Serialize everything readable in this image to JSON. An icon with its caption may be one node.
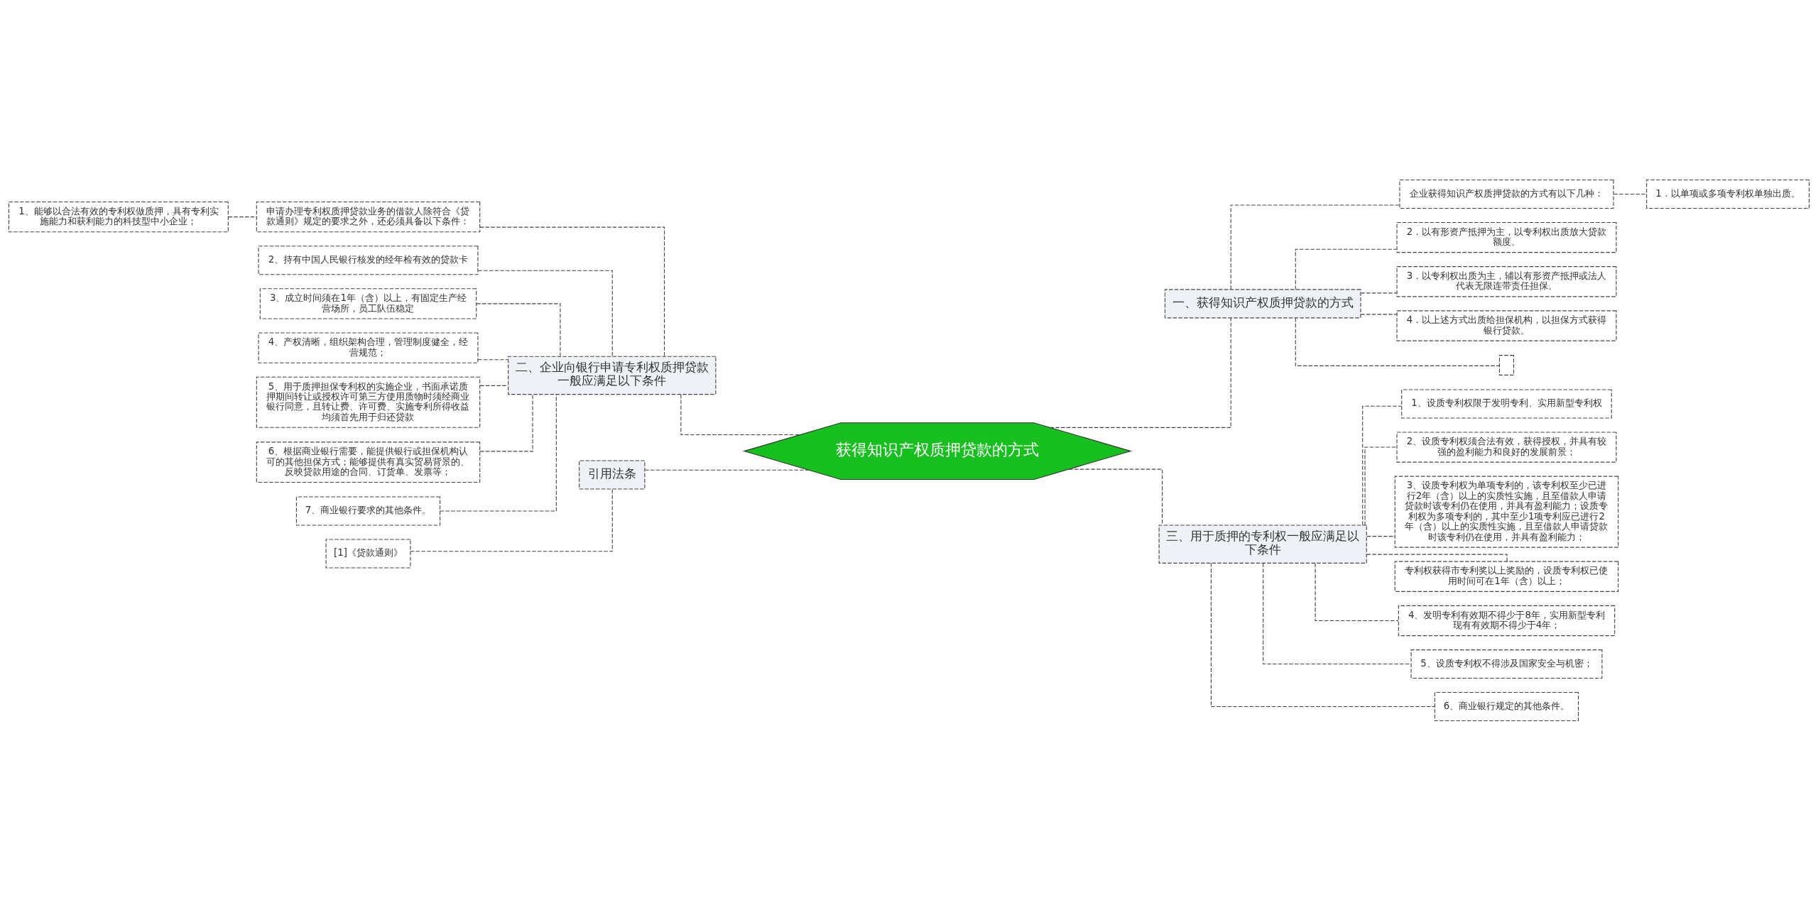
{
  "diagram": {
    "nodes": [
      {
        "text": [
          "获得知识产权质押贷款的方式"
        ]
      },
      {
        "text": [
          "二、企业向银行申请专利权质押贷款一般应满足以下条件"
        ]
      },
      {
        "text": [
          "申请办理专利权质押贷款业务的借款人除符合《贷款通则》规定的要求之外，还必须具备以下条件："
        ]
      },
      {
        "text": [
          "1、能够以合法有效的专利权做质押，具有专利实施能力和获利能力的科技型中小企业；"
        ]
      },
      {
        "text": [
          "2、持有中国人民银行核发的经年检有效的贷款卡"
        ]
      },
      {
        "text": [
          "3、成立时间须在1年（含）以上，有固定生产经营场所，员工队伍稳定"
        ]
      },
      {
        "text": [
          "4、产权清晰，组织架构合理，管理制度健全，经营规范；"
        ]
      },
      {
        "text": [
          "5、用于质押担保专利权的实施企业，书面承诺质押期间转让或授权许可第三方使用质物时须经商业银行同意，且转让费、许可费、实施专利所得收益均须首先用于归还贷款"
        ]
      },
      {
        "text": [
          "6、根据商业银行需要，能提供银行或担保机构认可的其他担保方式；能够提供有真实贸易背景的、反映贷款用途的合同、订货单、发票等；"
        ]
      },
      {
        "text": [
          "7、商业银行要求的其他条件。"
        ]
      },
      {
        "text": [
          "引用法条"
        ]
      },
      {
        "text": [
          "[1]《贷款通则》"
        ]
      },
      {
        "text": [
          "一、获得知识产权质押贷款的方式"
        ]
      },
      {
        "text": [
          "企业获得知识产权质押贷款的方式有以下几种："
        ]
      },
      {
        "text": [
          "1．以单项或多项专利权单独出质。"
        ]
      },
      {
        "text": [
          "2．以有形资产抵押为主，以专利权出质放大贷款额度。"
        ]
      },
      {
        "text": [
          "3．以专利权出质为主，辅以有形资产抵押或法人代表无限连带责任担保。"
        ]
      },
      {
        "text": [
          "4．以上述方式出质给担保机构，以担保方式获得银行贷款。"
        ]
      },
      {
        "text": [],
        "shape": "box"
      },
      {
        "text": [
          "三、用于质押的专利权一般应满足以下条件"
        ]
      },
      {
        "text": [
          "1、设质专利权限于发明专利、实用新型专利权"
        ]
      },
      {
        "text": [
          "2、设质专利权须合法有效，获得授权，并具有较强的盈利能力和良好的发展前景；"
        ]
      },
      {
        "text": [
          "3、设质专利权为单项专利的，该专利权至少已进行2年（含）以上的实质性实施，且至借款人申请贷款时该专利仍在使用，并具有盈利能力；设质专利权为多项专利的，其中至少1项专利应已进行2年（含）以上的实质性实施，且至借款人申请贷款时该专利仍在使用，并具有盈利能力；"
        ]
      },
      {
        "text": [
          "专利权获得市专利奖以上奖励的，设质专利权已使用时间可在1年（含）以上；"
        ]
      },
      {
        "text": [
          "4、发明专利有效期不得少于8年，实用新型专利现有有效期不得少于4年；"
        ]
      },
      {
        "text": [
          "5、设质专利权不得涉及国家安全与机密；"
        ]
      },
      {
        "text": [
          "6、商业银行规定的其他条件。"
        ]
      }
    ],
    "edges": [
      {
        "from": 0,
        "to": 1,
        "arrow": "none"
      },
      {
        "from": 1,
        "to": 2,
        "arrow": "none"
      },
      {
        "from": 2,
        "to": 3,
        "arrow": "none"
      },
      {
        "from": 1,
        "to": 4,
        "arrow": "none"
      },
      {
        "from": 1,
        "to": 5,
        "arrow": "none"
      },
      {
        "from": 1,
        "to": 6,
        "arrow": "none"
      },
      {
        "from": 1,
        "to": 7,
        "arrow": "none"
      },
      {
        "from": 1,
        "to": 8,
        "arrow": "none"
      },
      {
        "from": 1,
        "to": 9,
        "arrow": "none"
      },
      {
        "from": 0,
        "to": 10,
        "arrow": "none"
      },
      {
        "from": 10,
        "to": 11,
        "arrow": "none"
      },
      {
        "from": 0,
        "to": 12,
        "arrow": "none"
      },
      {
        "from": 12,
        "to": 13,
        "arrow": "none"
      },
      {
        "from": 13,
        "to": 14,
        "arrow": "none"
      },
      {
        "from": 12,
        "to": 15,
        "arrow": "none"
      },
      {
        "from": 12,
        "to": 16,
        "arrow": "none"
      },
      {
        "from": 12,
        "to": 17,
        "arrow": "none"
      },
      {
        "from": 12,
        "to": 18,
        "arrow": "none"
      },
      {
        "from": 0,
        "to": 19,
        "arrow": "none"
      },
      {
        "from": 19,
        "to": 20,
        "arrow": "none"
      },
      {
        "from": 19,
        "to": 21,
        "arrow": "none"
      },
      {
        "from": 19,
        "to": 22,
        "arrow": "none"
      },
      {
        "from": 19,
        "to": 23,
        "arrow": "none"
      },
      {
        "from": 19,
        "to": 24,
        "arrow": "none"
      },
      {
        "from": 19,
        "to": 25,
        "arrow": "none"
      },
      {
        "from": 19,
        "to": 26,
        "arrow": "none"
      }
    ]
  }
}
